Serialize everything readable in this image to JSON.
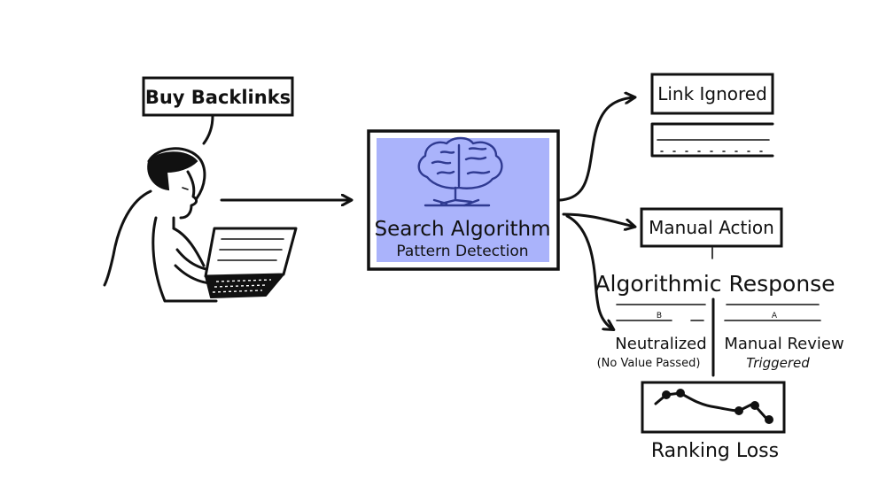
{
  "diagram": {
    "buy_label": "Buy Backlinks",
    "algo_title": "Search Algorithm",
    "algo_subtitle": "Pattern Detection",
    "link_ignored": "Link Ignored",
    "manual_action": "Manual Action",
    "response_title": "Algorithmic Response",
    "col_b_marker": "B",
    "col_a_marker": "A",
    "neutralized": "Neutralized",
    "neutralized_note": "(No Value Passed)",
    "manual_review": "Manual Review",
    "manual_review_note": "Triggered",
    "ranking_loss": "Ranking Loss"
  },
  "colors": {
    "algo_fill": "#aab3fb",
    "algo_text": "#2f3a91",
    "ink": "#111111"
  },
  "icons": [
    "person-at-laptop-icon",
    "brain-icon",
    "ranking-chart-icon"
  ]
}
